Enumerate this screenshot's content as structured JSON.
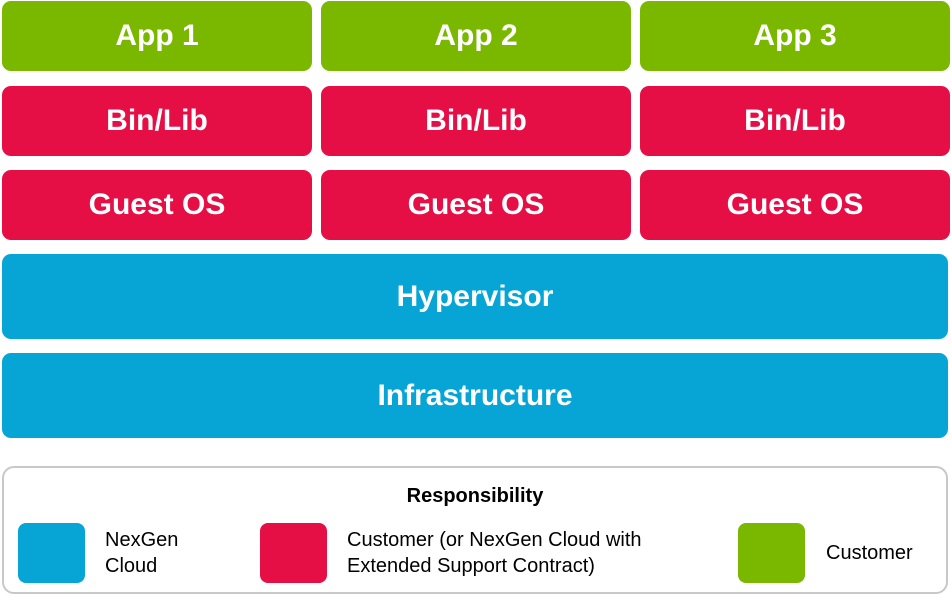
{
  "stack": {
    "apps": [
      "App 1",
      "App 2",
      "App 3"
    ],
    "binlibs": [
      "Bin/Lib",
      "Bin/Lib",
      "Bin/Lib"
    ],
    "guest_os": [
      "Guest OS",
      "Guest OS",
      "Guest OS"
    ],
    "hypervisor": "Hypervisor",
    "infrastructure": "Infrastructure"
  },
  "legend": {
    "title": "Responsibility",
    "items": [
      {
        "label": "NexGen\nCloud",
        "color": "#07a5d5"
      },
      {
        "label": "Customer (or NexGen Cloud with\nExtended Support Contract)",
        "color": "#e50e45"
      },
      {
        "label": "Customer",
        "color": "#7ab800"
      }
    ]
  },
  "colors": {
    "customer_green": "#7ab800",
    "shared_red": "#e50e45",
    "nexgen_blue": "#07a5d5"
  }
}
